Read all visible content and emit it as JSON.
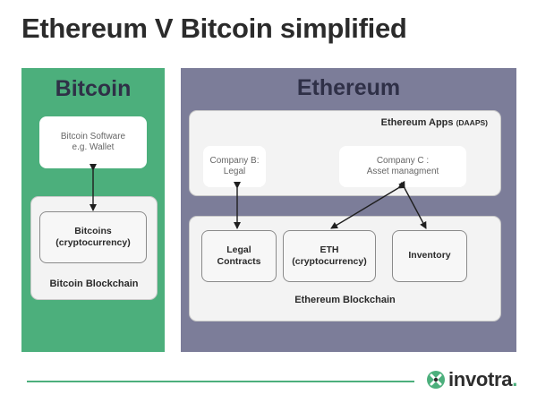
{
  "title": "Ethereum V Bitcoin simplified",
  "bitcoin": {
    "title": "Bitcoin",
    "software_box": [
      "Bitcoin Software",
      "e.g. Wallet"
    ],
    "coins_box": [
      "Bitcoins",
      "(cryptocurrency)"
    ],
    "blockchain_label": "Bitcoin Blockchain"
  },
  "ethereum": {
    "title": "Ethereum",
    "apps": {
      "label": "Ethereum Apps",
      "label_suffix": "(DAAPS)",
      "company_b": [
        "Company B:",
        "Legal"
      ],
      "company_c": [
        "Company C :",
        "Asset managment"
      ]
    },
    "blockchain": {
      "legal_contracts": [
        "Legal",
        "Contracts"
      ],
      "eth": [
        "ETH",
        "(cryptocurrency)"
      ],
      "inventory": "Inventory",
      "label": "Ethereum Blockchain"
    }
  },
  "logo": {
    "text": "invotra",
    "suffix": "."
  },
  "colors": {
    "bitcoin_panel": "#4caf7c",
    "ethereum_panel": "#7c7d99",
    "title_text": "#2f3047",
    "accent": "#4caf7c"
  }
}
